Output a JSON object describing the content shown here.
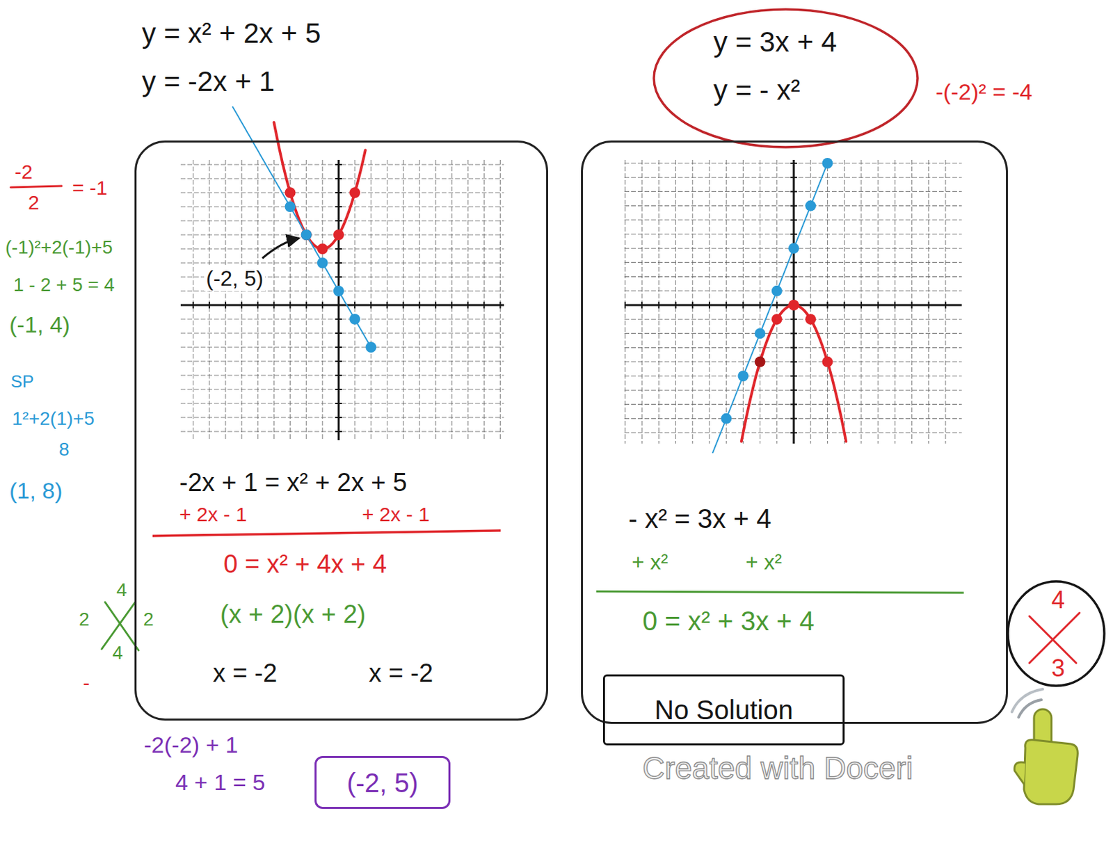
{
  "diagram": {
    "nodes": [
      {
        "text": [
          "(-2, 5)",
          "-2x + 1 = x² + 2x + 5",
          "+ 2x - 1",
          "+ 2x - 1",
          "0 = x² + 4x + 4",
          "(x + 2)(x + 2)",
          "x = -2",
          "x = -2"
        ]
      },
      {
        "text": [
          "y = 3x + 4",
          "y = - x²"
        ]
      },
      {
        "text": [
          "- x² = 3x + 4",
          "+ x²",
          "+ x²",
          "0 = x² + 3x + 4"
        ]
      },
      {
        "text": [
          "No Solution"
        ]
      },
      {
        "text": [
          "(-2, 5)"
        ]
      },
      {
        "text": [
          "4",
          "3"
        ]
      }
    ],
    "labels": [
      "y = x² + 2x + 5",
      "y = -2x + 1",
      "-(-2)² = -4",
      "-2",
      "2",
      "= -1",
      "(-1)²+2(-1)+5",
      "1 - 2 + 5 = 4",
      "(-1, 4)",
      "SP",
      "1²+2(1)+5",
      "8",
      "(1, 8)",
      "4",
      "2",
      "2",
      "4",
      "-",
      "-2(-2) + 1",
      "4 + 1 = 5",
      "Created with Doceri"
    ]
  }
}
